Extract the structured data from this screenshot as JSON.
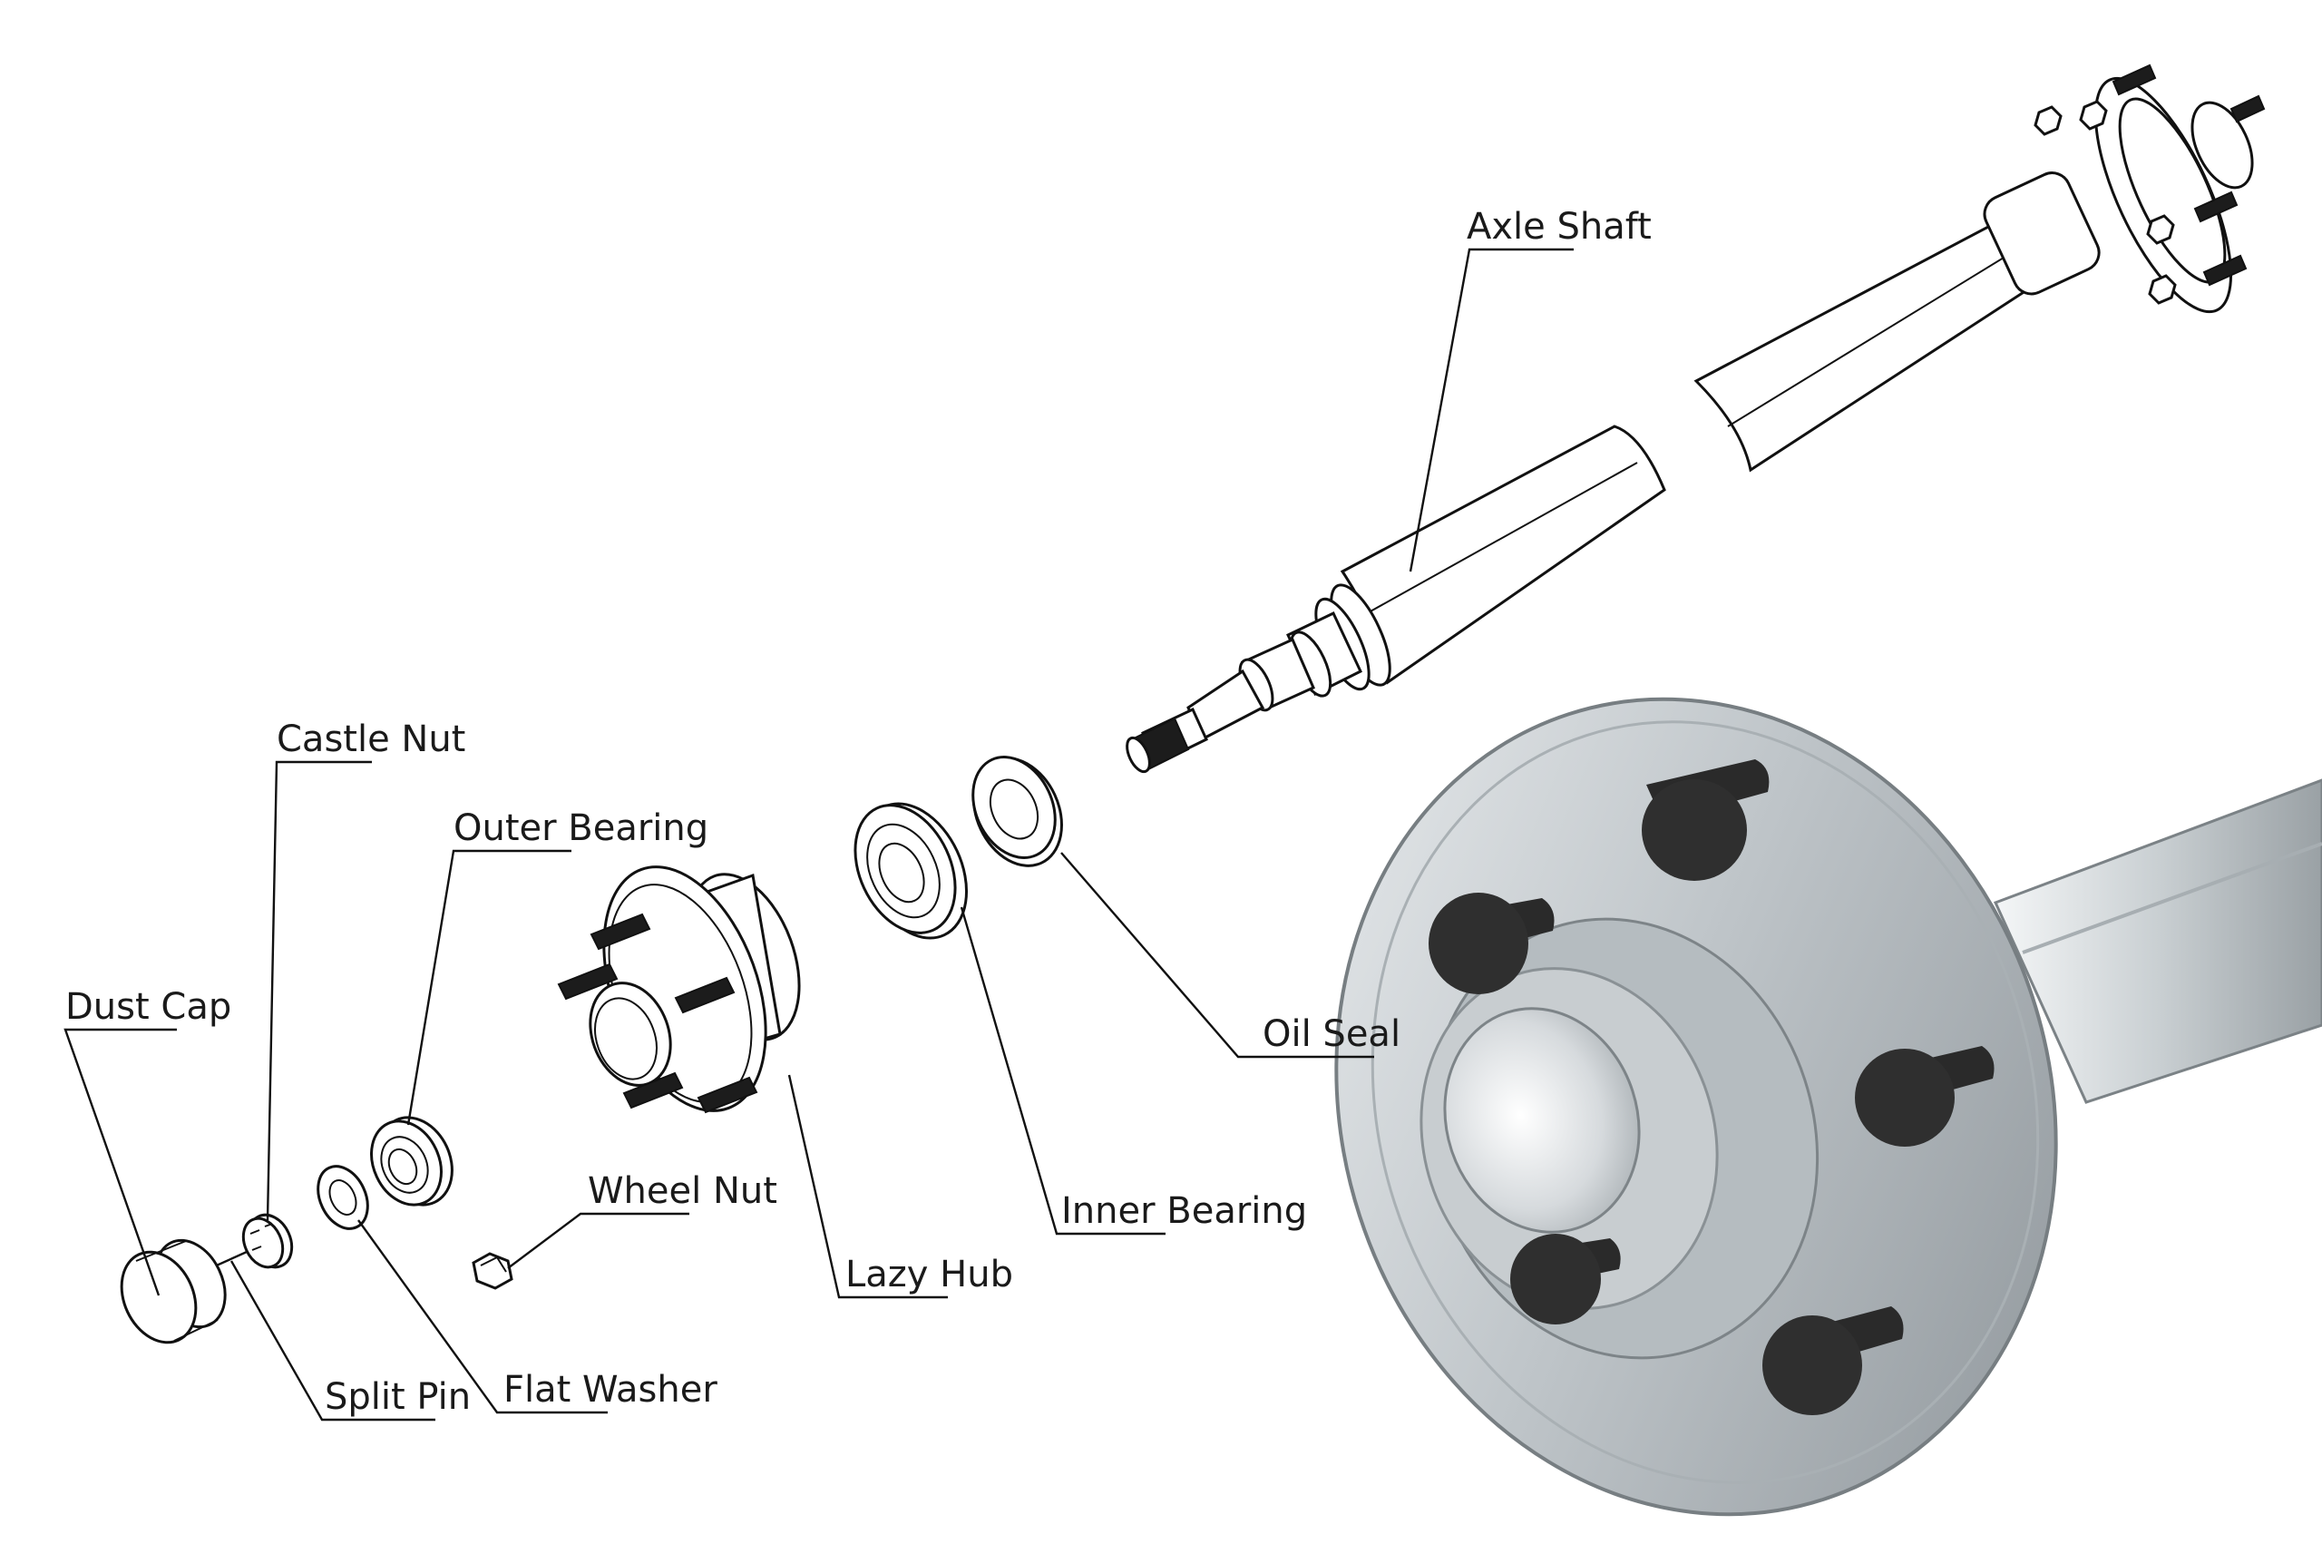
{
  "diagram": {
    "labels": {
      "axle_shaft": "Axle Shaft",
      "castle_nut": "Castle Nut",
      "outer_bearing": "Outer Bearing",
      "dust_cap": "Dust Cap",
      "oil_seal": "Oil Seal",
      "wheel_nut": "Wheel Nut",
      "inner_bearing": "Inner Bearing",
      "lazy_hub": "Lazy Hub",
      "split_pin": "Split Pin",
      "flat_washer": "Flat Washer"
    }
  }
}
